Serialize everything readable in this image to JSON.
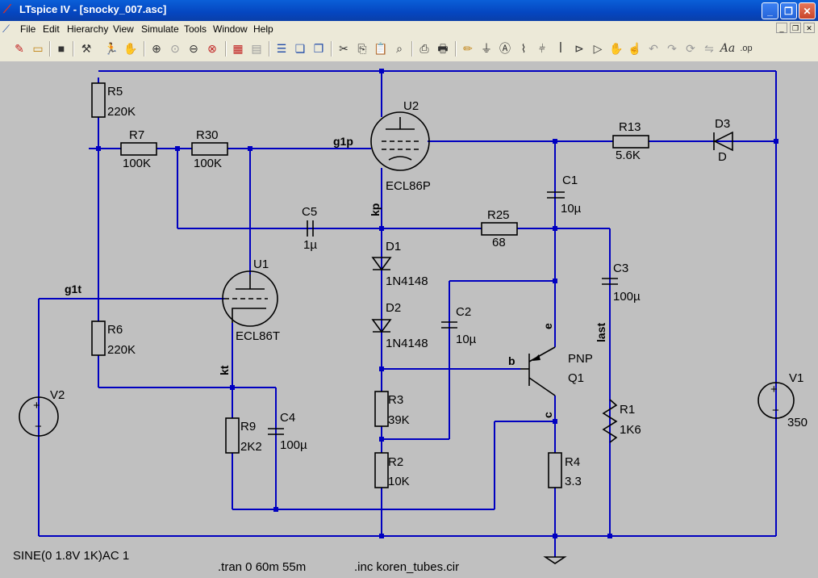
{
  "window": {
    "title": "LTspice IV - [snocky_007.asc]",
    "min_icon": "minimize-icon",
    "max_icon": "restore-icon",
    "close_icon": "close-icon"
  },
  "menu": [
    "File",
    "Edit",
    "Hierarchy",
    "View",
    "Simulate",
    "Tools",
    "Window",
    "Help"
  ],
  "toolbar_icons": [
    "new-schematic-icon",
    "open-icon",
    "save-icon",
    "control-panel-icon",
    "run-icon",
    "halt-icon",
    "zoom-in-icon",
    "zoom-full-icon",
    "zoom-out-icon",
    "cancel-zoom-icon",
    "autorange-icon",
    "plot-settings-icon",
    "tile-horizontal-icon",
    "cascade-icon",
    "close-all-icon",
    "cut-icon",
    "copy-icon",
    "paste-icon",
    "find-icon",
    "print-setup-icon",
    "print-icon",
    "draw-wire-icon",
    "ground-icon",
    "label-net-icon",
    "resistor-icon",
    "capacitor-icon",
    "inductor-icon",
    "diode-icon",
    "component-icon",
    "move-icon",
    "drag-icon",
    "undo-icon",
    "redo-icon",
    "rotate-icon",
    "mirror-icon",
    "text-icon",
    "spice-directive-icon"
  ],
  "schematic": {
    "components": {
      "R5": {
        "name": "R5",
        "value": "220K"
      },
      "R7": {
        "name": "R7",
        "value": "100K"
      },
      "R30": {
        "name": "R30",
        "value": "100K"
      },
      "U2": {
        "name": "U2",
        "value": "ECL86P"
      },
      "R13": {
        "name": "R13",
        "value": "5.6K"
      },
      "D3": {
        "name": "D3",
        "value": "D"
      },
      "C1": {
        "name": "C1",
        "value": "10µ"
      },
      "C5": {
        "name": "C5",
        "value": "1µ"
      },
      "R25": {
        "name": "R25",
        "value": "68"
      },
      "D1": {
        "name": "D1",
        "value": "1N4148"
      },
      "D2": {
        "name": "D2",
        "value": "1N4148"
      },
      "C3": {
        "name": "C3",
        "value": "100µ"
      },
      "U1": {
        "name": "U1",
        "value": "ECL86T"
      },
      "C2": {
        "name": "C2",
        "value": "10µ"
      },
      "R6": {
        "name": "R6",
        "value": "220K"
      },
      "Q1": {
        "name": "Q1",
        "value": "PNP"
      },
      "V2": {
        "name": "V2"
      },
      "R3": {
        "name": "R3",
        "value": "39K"
      },
      "R1": {
        "name": "R1",
        "value": "1K6"
      },
      "V1": {
        "name": "V1",
        "value": "350"
      },
      "R9": {
        "name": "R9",
        "value": "2K2"
      },
      "C4": {
        "name": "C4",
        "value": "100µ"
      },
      "R2": {
        "name": "R2",
        "value": "10K"
      },
      "R4": {
        "name": "R4",
        "value": "3.3"
      }
    },
    "nets": {
      "g1p": "g1p",
      "kp": "kp",
      "g1t": "g1t",
      "kt": "kt",
      "last": "last",
      "e": "e",
      "b": "b",
      "c": "c"
    },
    "directives": {
      "source": "SINE(0 1.8V 1K)AC 1",
      "tran": ".tran 0 60m 55m",
      "inc": ".inc koren_tubes.cir"
    }
  }
}
